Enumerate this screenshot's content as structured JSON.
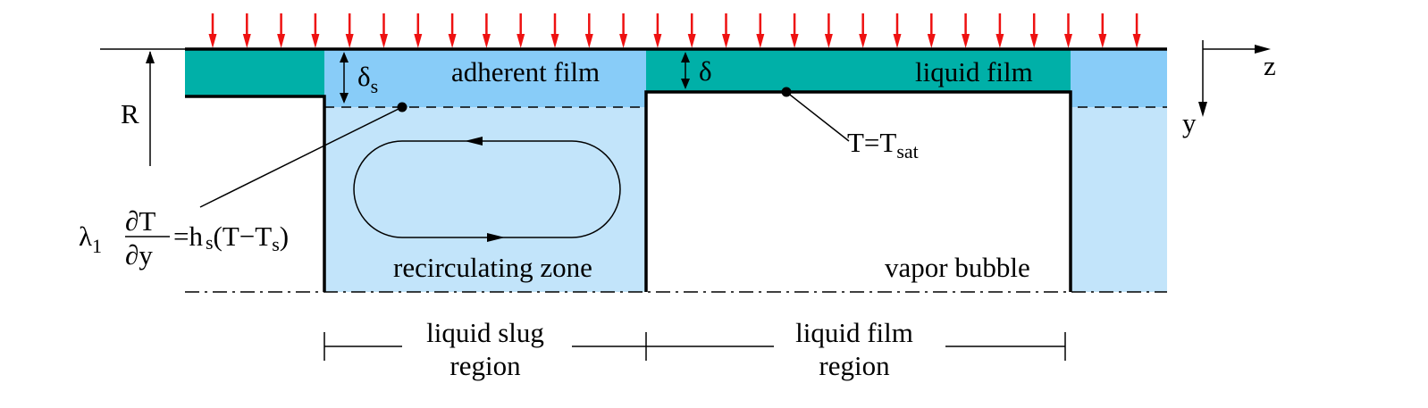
{
  "labels": {
    "adherent_film": "adherent film",
    "liquid_film": "liquid film",
    "delta_s": "δ",
    "delta_s_sub": "s",
    "delta": "δ",
    "radius": "R",
    "axis_z": "z",
    "axis_y": "y",
    "t_sat_main": "T=T",
    "t_sat_sub": "sat",
    "recirculating_zone": "recirculating zone",
    "vapor_bubble": "vapor bubble",
    "bc_lambda": "λ",
    "bc_lambda_sub": "1",
    "bc_numerator": "∂T",
    "bc_denominator": "∂y",
    "bc_rhs_1": "=h",
    "bc_rhs_1_sub": "s",
    "bc_rhs_2": "(T−T",
    "bc_rhs_2_sub": "s",
    "bc_rhs_3": ")",
    "slug_region_line1": "liquid slug",
    "slug_region_line2": "region",
    "film_region_line1": "liquid film",
    "film_region_line2": "region"
  },
  "colors": {
    "film_teal": "#00b0a8",
    "slug_blue": "#88ccf8",
    "slug_light": "#c2e4fa",
    "heat_arrow": "#ee1111",
    "outline": "#000000"
  }
}
